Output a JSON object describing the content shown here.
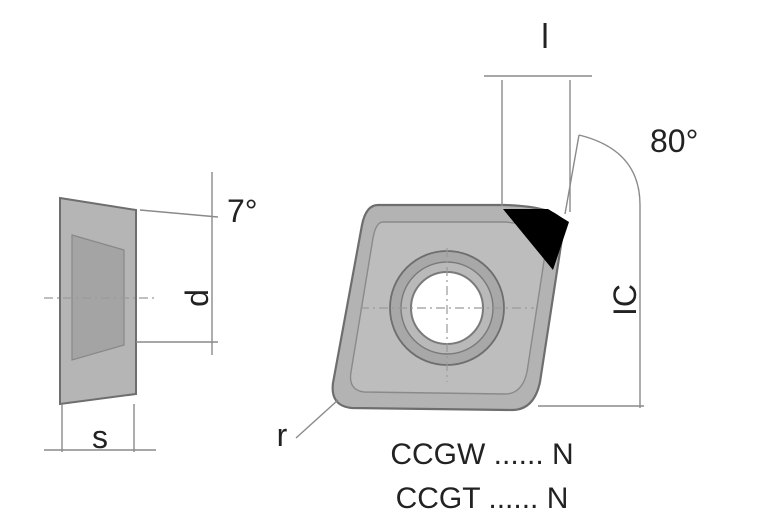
{
  "labels": {
    "l": "l",
    "angle_80": "80°",
    "angle_7": "7°",
    "d": "d",
    "ic": "IC",
    "s": "s",
    "r": "r",
    "code_ccgw": "CCGW ...... N",
    "code_ccgt": "CCGT ...... N"
  },
  "colors": {
    "insert_fill": "#b3b3b3",
    "insert_light": "#d2d2d2",
    "insert_edge": "#6e6e6e",
    "tip_fill": "#000000",
    "dimension_line": "#8a8a8a",
    "text": "#222222"
  }
}
